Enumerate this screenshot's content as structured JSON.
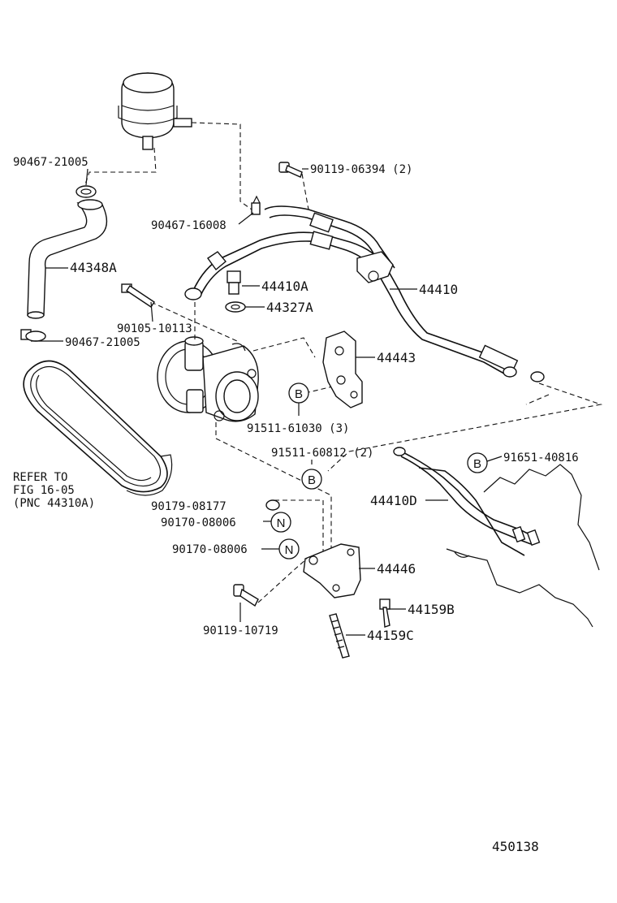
{
  "parts": {
    "p90467_21005_top": "90467-21005",
    "p90119_06394": "90119-06394 (2)",
    "p90467_16008": "90467-16008",
    "p44348A": "44348A",
    "p44410A": "44410A",
    "p44410": "44410",
    "p90105_10113": "90105-10113",
    "p44327A": "44327A",
    "p90467_21005_bottom": "90467-21005",
    "p44443": "44443",
    "p91511_61030": "91511-61030 (3)",
    "p91511_60812": "91511-60812 (2)",
    "p91651_40816": "91651-40816",
    "p44410D": "44410D",
    "p90179_08177": "90179-08177",
    "p90170_08006_a": "90170-08006",
    "p90170_08006_b": "90170-08006",
    "p44446": "44446",
    "p44159B": "44159B",
    "p90119_10719": "90119-10719",
    "p44159C": "44159C"
  },
  "reference": {
    "line1": "REFER TO",
    "line2": "FIG 16-05",
    "line3": "(PNC 44310A)"
  },
  "markers": {
    "b": "B",
    "n": "N"
  },
  "figure_number": "450138"
}
